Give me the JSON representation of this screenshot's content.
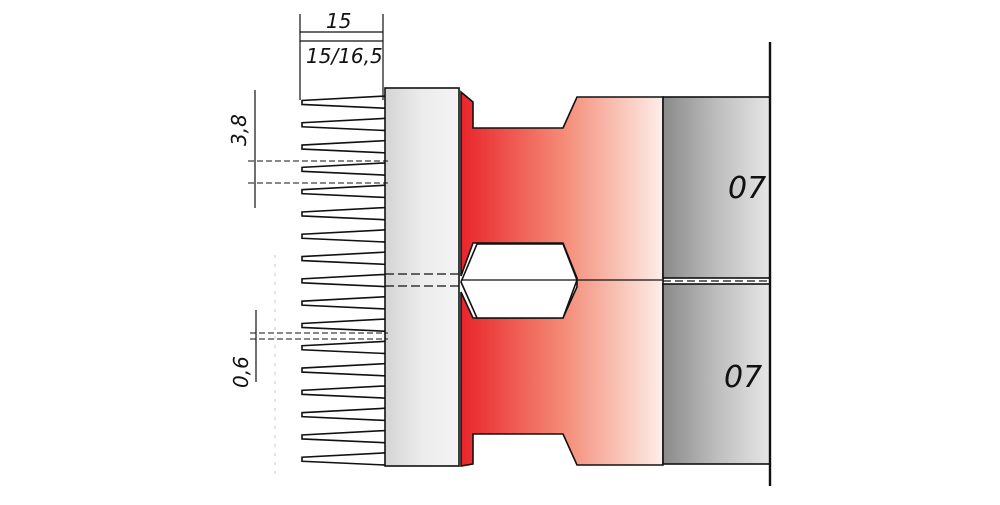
{
  "dimensions": {
    "top_width": "15",
    "top_width_alt": "15/16,5",
    "tooth_pitch": "3,8",
    "tooth_gap": "0,6"
  },
  "segments": {
    "upper_label": "07",
    "lower_label": "07"
  },
  "colors": {
    "red": "#e8252a",
    "gray_light": "#e4e4e4",
    "gray_dark": "#8a8a8a",
    "outline": "#111111"
  }
}
